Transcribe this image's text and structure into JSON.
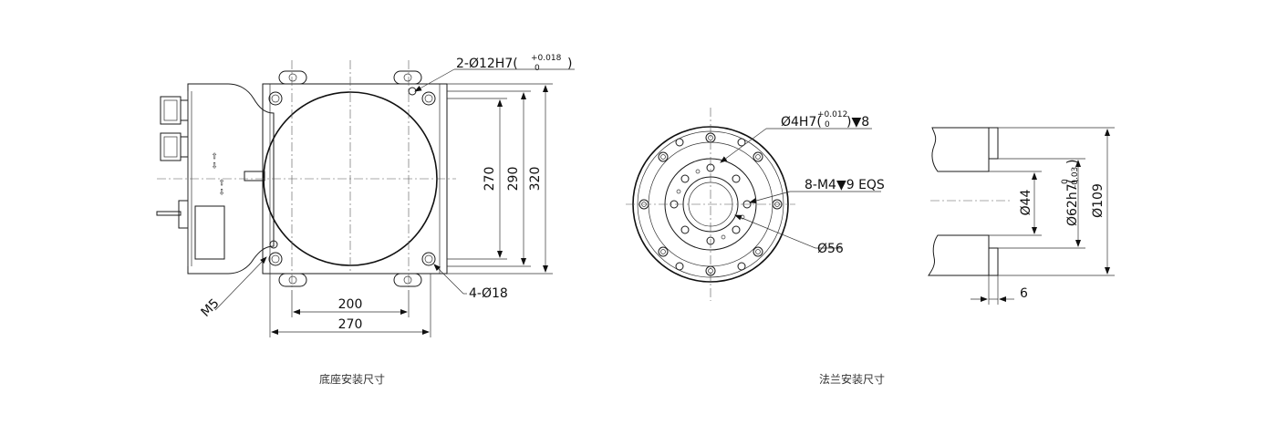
{
  "base_drawing": {
    "dim_holes_h7": "2-Ø12H7(",
    "dim_holes_tol_upper": "+0.018",
    "dim_holes_tol_lower": "0",
    "dim_holes_close": ")",
    "dim_270_vertical": "270",
    "dim_290_vertical": "290",
    "dim_320_vertical": "320",
    "dim_200_horizontal": "200",
    "dim_270_horizontal": "270",
    "dim_m5": "M5",
    "dim_4_holes": "4-Ø18",
    "caption": "底座安装尺寸"
  },
  "flange_drawing": {
    "dim_pin_hole": "Ø4H7(",
    "dim_pin_tol_upper": "+0.012",
    "dim_pin_tol_lower": "0",
    "dim_pin_close": ")▼8",
    "dim_threads": "8-M4▼9 EQS",
    "dim_56": "Ø56",
    "caption": "法兰安装尺寸"
  },
  "section_drawing": {
    "dim_44": "Ø44",
    "dim_62_prefix": "Ø62h7(",
    "dim_62_tol_upper": "0",
    "dim_62_tol_lower": "-0.03",
    "dim_62_close": ")",
    "dim_109": "Ø109",
    "dim_6": "6"
  },
  "colors": {
    "line": "#1a1a1a",
    "background": "#ffffff"
  }
}
